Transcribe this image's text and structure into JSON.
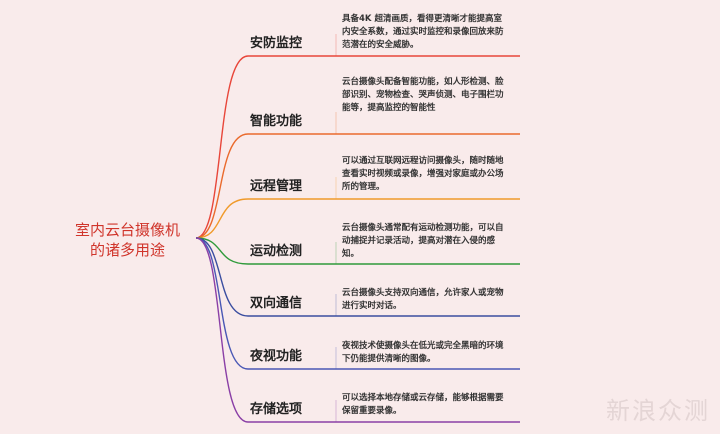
{
  "root": {
    "line1": "室内云台摄像机",
    "line2": "的诸多用途"
  },
  "branches": [
    {
      "label": "安防监控",
      "color": "#e8463a",
      "text": "具备4K 超清画质，看得更清晰才能提高室内安全系数，通过实时监控和录像回放来防范潜在的安全威胁。"
    },
    {
      "label": "智能功能",
      "color": "#ea6a2c",
      "text": "云台摄像头配备智能功能，如人形检测、脸部识别、宠物检查、哭声侦测、电子围栏功能等，提高监控的智能性"
    },
    {
      "label": "远程管理",
      "color": "#f09a2a",
      "text": "可以通过互联网远程访问摄像头，随时随地查看实时视频或录像，增强对家庭或办公场所的管理。"
    },
    {
      "label": "运动检测",
      "color": "#2f9a3a",
      "text": "云台摄像头通常配有运动检测功能，可以自动捕捉并记录活动，提高对潜在入侵的感知。"
    },
    {
      "label": "双向通信",
      "color": "#3b4ea0",
      "text": "云台摄像头支持双向通信，允许家人或宠物进行实时对话。"
    },
    {
      "label": "夜视功能",
      "color": "#4a58b5",
      "text": "夜视技术使摄像头在低光或完全黑暗的环境下仍能提供清晰的图像。"
    },
    {
      "label": "存储选项",
      "color": "#8a3fa6",
      "text": "可以选择本地存储或云存储，能够根据需要保留重要录像。"
    }
  ],
  "watermark": "新浪众测"
}
